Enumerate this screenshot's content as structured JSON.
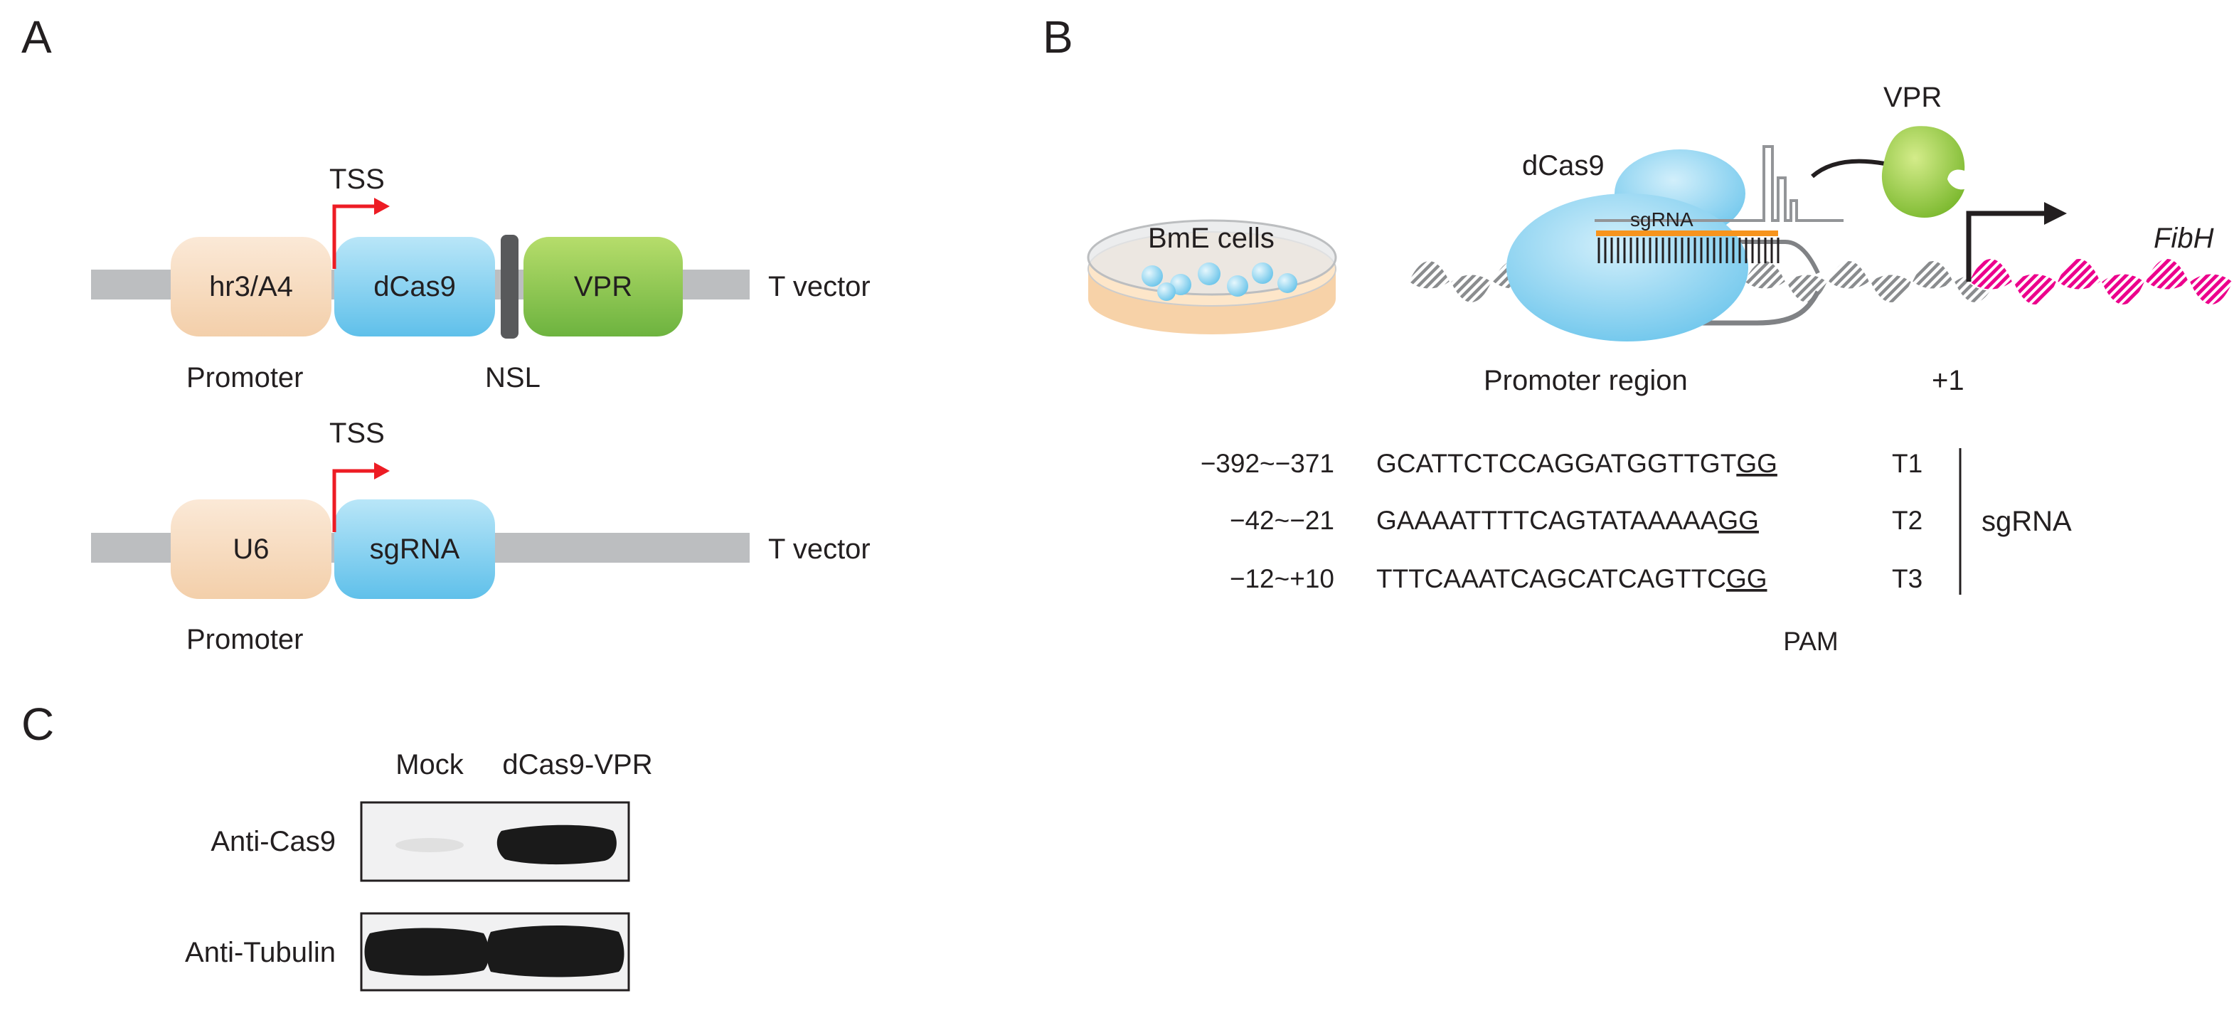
{
  "panels": {
    "a": "A",
    "b": "B",
    "c": "C"
  },
  "panel_a": {
    "construct1": {
      "promoter_box": "hr3/A4",
      "gene_box": "dCas9",
      "effector_box": "VPR",
      "tss": "TSS",
      "vector": "T vector",
      "promoter_caption": "Promoter",
      "nsl_caption": "NSL"
    },
    "construct2": {
      "promoter_box": "U6",
      "gene_box": "sgRNA",
      "tss": "TSS",
      "vector": "T vector",
      "promoter_caption": "Promoter"
    }
  },
  "panel_b": {
    "dish_label": "BmE cells",
    "dcas9_label": "dCas9",
    "vpr_label": "VPR",
    "sgrna_label": "sgRNA",
    "gene_label": "FibH",
    "promoter_region": "Promoter region",
    "plus_one": "+1",
    "targets": [
      {
        "pos": "−392~−371",
        "seq": "GCATTCTCCAGGATGGTTGT",
        "pam": "GG",
        "name": "T1"
      },
      {
        "pos": "−42~−21",
        "seq": "GAAAATTTTCAGTATAAAAA",
        "pam": "GG",
        "name": "T2"
      },
      {
        "pos": "−12~+10",
        "seq": "TTTCAAATCAGCATCAGTTC",
        "pam": "GG",
        "name": "T3"
      }
    ],
    "group_label": "sgRNA",
    "pam_label": "PAM"
  },
  "panel_c": {
    "lanes": [
      "Mock",
      "dCas9-VPR"
    ],
    "rows": [
      "Anti-Cas9",
      "Anti-Tubulin"
    ]
  },
  "colors": {
    "backbone": "#bcbec0",
    "promoter": "#f7dcc3",
    "dcas9": "#8dd3f0",
    "vpr": "#8cc63f",
    "nsl": "#58595b",
    "tss_arrow": "#ed1c24",
    "fibh_helix": "#ec008c",
    "sgrna_orange": "#f7941d"
  }
}
